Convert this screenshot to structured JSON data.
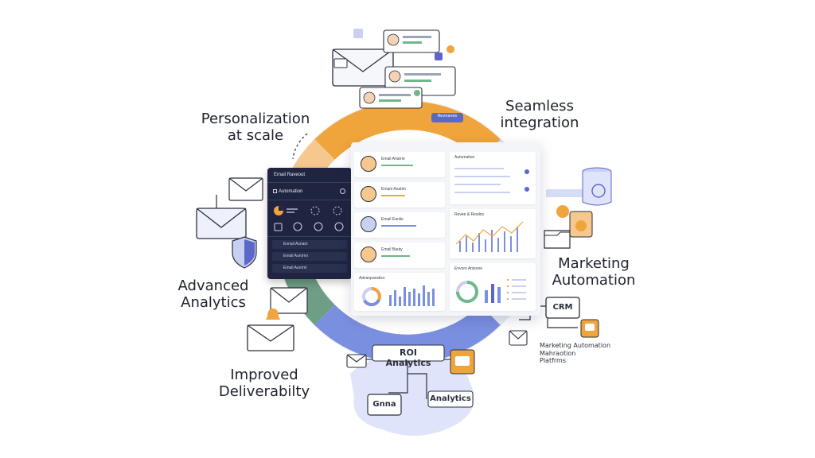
{
  "labels": {
    "personalization": [
      "Personalization",
      "at scale"
    ],
    "seamless": [
      "Seamless",
      "integration"
    ],
    "marketing_automation": [
      "Marketing",
      "Automation"
    ],
    "advanced_analytics": [
      "Advanced",
      "Analytics"
    ],
    "improved_deliverability": [
      "Improved",
      "Deliverabilty"
    ],
    "crm": "CRM",
    "map_platforms": [
      "Marketing Automation",
      "Mahraotion",
      "Platfrms"
    ],
    "roi_analytics": "ROI Analytics",
    "analytics": "Analytics",
    "gnna": "Gnna"
  },
  "dark_panel": {
    "title": "Email Raveout",
    "automation": "Automation",
    "rows": [
      "Ennail Asnam",
      "Email Auromn",
      "Email Auroml"
    ]
  },
  "dashboard": {
    "contacts": [
      "Email Aharrie",
      "Emani Aoatim",
      "Email Eanlie",
      "Email Bauty"
    ],
    "automation_title": "Automation",
    "revenue_title": "Revee & Rewlos",
    "analytics_title": "Advanpanstics",
    "engagement_title": "Envoro Anlsone"
  },
  "top_pill": "Revnavos",
  "colors": {
    "orange": "#f0a43c",
    "peach": "#f7c88e",
    "green": "#6f9e86",
    "blue": "#7b8fe0",
    "lavender": "#c9d0f2",
    "navy": "#1f2540",
    "accent_purple": "#5b68c9"
  },
  "icons": [
    "envelope-icon",
    "shield-icon",
    "bell-icon",
    "puzzle-icon",
    "gear-icon",
    "database-icon",
    "folder-icon",
    "chat-icon"
  ]
}
